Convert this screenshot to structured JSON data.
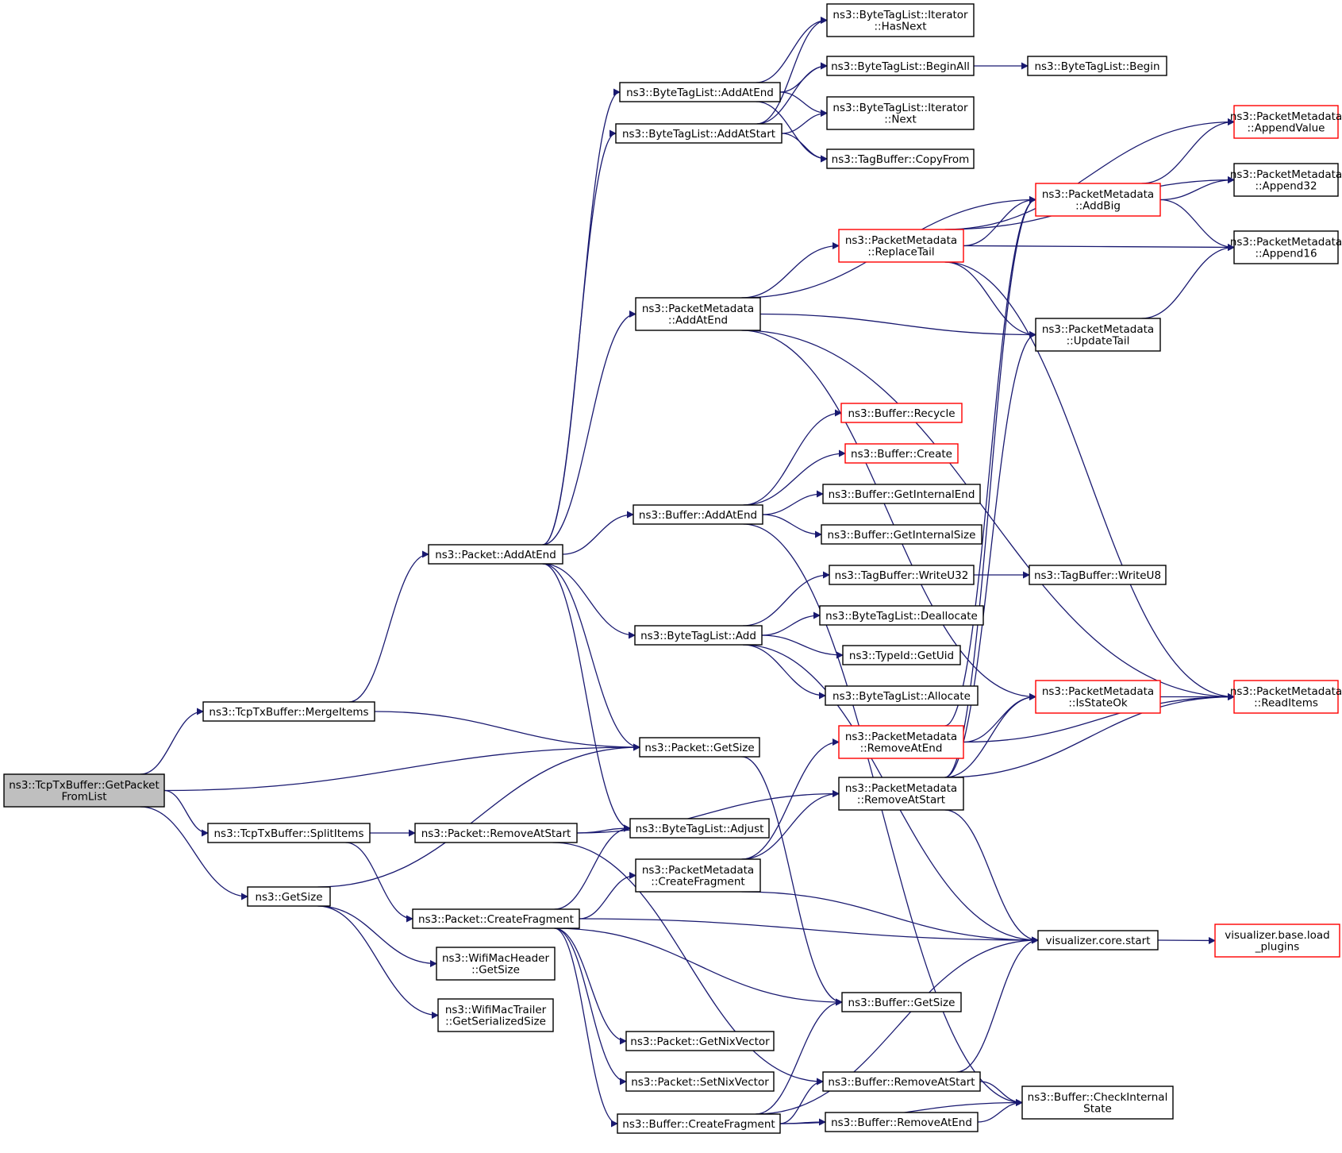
{
  "colors": {
    "edge": "#191970",
    "border_default": "#000000",
    "border_truncated": "#ff0000",
    "root_fill": "#bfbfbf",
    "node_fill": "#ffffff"
  },
  "nodes": [
    {
      "id": "root",
      "lines": [
        "ns3::TcpTxBuffer::GetPacket",
        "FromList"
      ],
      "style": "root"
    },
    {
      "id": "mergeItems",
      "lines": [
        "ns3::TcpTxBuffer::MergeItems"
      ],
      "style": "normal"
    },
    {
      "id": "splitItems",
      "lines": [
        "ns3::TcpTxBuffer::SplitItems"
      ],
      "style": "normal"
    },
    {
      "id": "getSizeGlobal",
      "lines": [
        "ns3::GetSize"
      ],
      "style": "normal"
    },
    {
      "id": "packetAddAtEnd",
      "lines": [
        "ns3::Packet::AddAtEnd"
      ],
      "style": "normal"
    },
    {
      "id": "packetRemoveAtStart",
      "lines": [
        "ns3::Packet::RemoveAtStart"
      ],
      "style": "normal"
    },
    {
      "id": "packetCreateFragment",
      "lines": [
        "ns3::Packet::CreateFragment"
      ],
      "style": "normal"
    },
    {
      "id": "wifiMacHeaderGetSize",
      "lines": [
        "ns3::WifiMacHeader",
        "::GetSize"
      ],
      "style": "normal"
    },
    {
      "id": "wifiMacTrailerGetSerializedSize",
      "lines": [
        "ns3::WifiMacTrailer",
        "::GetSerializedSize"
      ],
      "style": "normal"
    },
    {
      "id": "btlAddAtEnd",
      "lines": [
        "ns3::ByteTagList::AddAtEnd"
      ],
      "style": "normal"
    },
    {
      "id": "btlAddAtStart",
      "lines": [
        "ns3::ByteTagList::AddAtStart"
      ],
      "style": "normal"
    },
    {
      "id": "pmAddAtEnd",
      "lines": [
        "ns3::PacketMetadata",
        "::AddAtEnd"
      ],
      "style": "normal"
    },
    {
      "id": "bufferAddAtEnd",
      "lines": [
        "ns3::Buffer::AddAtEnd"
      ],
      "style": "normal"
    },
    {
      "id": "btlAdd",
      "lines": [
        "ns3::ByteTagList::Add"
      ],
      "style": "normal"
    },
    {
      "id": "packetGetSize",
      "lines": [
        "ns3::Packet::GetSize"
      ],
      "style": "normal"
    },
    {
      "id": "btlAdjust",
      "lines": [
        "ns3::ByteTagList::Adjust"
      ],
      "style": "normal"
    },
    {
      "id": "pmCreateFragment",
      "lines": [
        "ns3::PacketMetadata",
        "::CreateFragment"
      ],
      "style": "normal"
    },
    {
      "id": "packetGetNixVector",
      "lines": [
        "ns3::Packet::GetNixVector"
      ],
      "style": "normal"
    },
    {
      "id": "packetSetNixVector",
      "lines": [
        "ns3::Packet::SetNixVector"
      ],
      "style": "normal"
    },
    {
      "id": "bufferCreateFragment",
      "lines": [
        "ns3::Buffer::CreateFragment"
      ],
      "style": "normal"
    },
    {
      "id": "btlIterHasNext",
      "lines": [
        "ns3::ByteTagList::Iterator",
        "::HasNext"
      ],
      "style": "normal"
    },
    {
      "id": "btlBeginAll",
      "lines": [
        "ns3::ByteTagList::BeginAll"
      ],
      "style": "normal"
    },
    {
      "id": "btlIterNext",
      "lines": [
        "ns3::ByteTagList::Iterator",
        "::Next"
      ],
      "style": "normal"
    },
    {
      "id": "tagBufferCopyFrom",
      "lines": [
        "ns3::TagBuffer::CopyFrom"
      ],
      "style": "normal"
    },
    {
      "id": "pmReplaceTail",
      "lines": [
        "ns3::PacketMetadata",
        "::ReplaceTail"
      ],
      "style": "truncated"
    },
    {
      "id": "bufferRecycle",
      "lines": [
        "ns3::Buffer::Recycle"
      ],
      "style": "truncated"
    },
    {
      "id": "bufferCreate",
      "lines": [
        "ns3::Buffer::Create"
      ],
      "style": "truncated"
    },
    {
      "id": "bufferGetInternalEnd",
      "lines": [
        "ns3::Buffer::GetInternalEnd"
      ],
      "style": "normal"
    },
    {
      "id": "bufferGetInternalSize",
      "lines": [
        "ns3::Buffer::GetInternalSize"
      ],
      "style": "normal"
    },
    {
      "id": "tagBufferWriteU32",
      "lines": [
        "ns3::TagBuffer::WriteU32"
      ],
      "style": "normal"
    },
    {
      "id": "btlDeallocate",
      "lines": [
        "ns3::ByteTagList::Deallocate"
      ],
      "style": "normal"
    },
    {
      "id": "typeIdGetUid",
      "lines": [
        "ns3::TypeId::GetUid"
      ],
      "style": "normal"
    },
    {
      "id": "btlAllocate",
      "lines": [
        "ns3::ByteTagList::Allocate"
      ],
      "style": "normal"
    },
    {
      "id": "pmRemoveAtEnd",
      "lines": [
        "ns3::PacketMetadata",
        "::RemoveAtEnd"
      ],
      "style": "truncated"
    },
    {
      "id": "pmRemoveAtStart",
      "lines": [
        "ns3::PacketMetadata",
        "::RemoveAtStart"
      ],
      "style": "normal"
    },
    {
      "id": "bufferGetSize",
      "lines": [
        "ns3::Buffer::GetSize"
      ],
      "style": "normal"
    },
    {
      "id": "bufferRemoveAtStart",
      "lines": [
        "ns3::Buffer::RemoveAtStart"
      ],
      "style": "normal"
    },
    {
      "id": "bufferRemoveAtEnd",
      "lines": [
        "ns3::Buffer::RemoveAtEnd"
      ],
      "style": "normal"
    },
    {
      "id": "btlBegin",
      "lines": [
        "ns3::ByteTagList::Begin"
      ],
      "style": "normal"
    },
    {
      "id": "pmAddBig",
      "lines": [
        "ns3::PacketMetadata",
        "::AddBig"
      ],
      "style": "truncated"
    },
    {
      "id": "pmUpdateTail",
      "lines": [
        "ns3::PacketMetadata",
        "::UpdateTail"
      ],
      "style": "normal"
    },
    {
      "id": "tagBufferWriteU8",
      "lines": [
        "ns3::TagBuffer::WriteU8"
      ],
      "style": "normal"
    },
    {
      "id": "pmIsStateOk",
      "lines": [
        "ns3::PacketMetadata",
        "::IsStateOk"
      ],
      "style": "truncated"
    },
    {
      "id": "visualizerCoreStart",
      "lines": [
        "visualizer.core.start"
      ],
      "style": "normal"
    },
    {
      "id": "bufferCheckInternalState",
      "lines": [
        "ns3::Buffer::CheckInternal",
        "State"
      ],
      "style": "normal"
    },
    {
      "id": "pmAppendValue",
      "lines": [
        "ns3::PacketMetadata",
        "::AppendValue"
      ],
      "style": "truncated"
    },
    {
      "id": "pmAppend32",
      "lines": [
        "ns3::PacketMetadata",
        "::Append32"
      ],
      "style": "normal"
    },
    {
      "id": "pmAppend16",
      "lines": [
        "ns3::PacketMetadata",
        "::Append16"
      ],
      "style": "normal"
    },
    {
      "id": "pmReadItems",
      "lines": [
        "ns3::PacketMetadata",
        "::ReadItems"
      ],
      "style": "truncated"
    },
    {
      "id": "visualizerLoadPlugins",
      "lines": [
        "visualizer.base.load",
        "_plugins"
      ],
      "style": "truncated"
    }
  ],
  "edges": [
    [
      "root",
      "mergeItems"
    ],
    [
      "root",
      "packetGetSize"
    ],
    [
      "root",
      "splitItems"
    ],
    [
      "root",
      "getSizeGlobal"
    ],
    [
      "mergeItems",
      "packetAddAtEnd"
    ],
    [
      "mergeItems",
      "packetGetSize"
    ],
    [
      "splitItems",
      "packetRemoveAtStart"
    ],
    [
      "splitItems",
      "packetCreateFragment"
    ],
    [
      "getSizeGlobal",
      "packetGetSize"
    ],
    [
      "getSizeGlobal",
      "wifiMacHeaderGetSize"
    ],
    [
      "getSizeGlobal",
      "wifiMacTrailerGetSerializedSize"
    ],
    [
      "packetAddAtEnd",
      "btlAddAtEnd"
    ],
    [
      "packetAddAtEnd",
      "btlAddAtStart"
    ],
    [
      "packetAddAtEnd",
      "pmAddAtEnd"
    ],
    [
      "packetAddAtEnd",
      "bufferAddAtEnd"
    ],
    [
      "packetAddAtEnd",
      "btlAdd"
    ],
    [
      "packetAddAtEnd",
      "packetGetSize"
    ],
    [
      "packetAddAtEnd",
      "btlAdjust"
    ],
    [
      "packetRemoveAtStart",
      "btlAdjust"
    ],
    [
      "packetRemoveAtStart",
      "pmRemoveAtStart"
    ],
    [
      "packetRemoveAtStart",
      "bufferRemoveAtStart"
    ],
    [
      "packetCreateFragment",
      "btlAdjust"
    ],
    [
      "packetCreateFragment",
      "pmCreateFragment"
    ],
    [
      "packetCreateFragment",
      "visualizerCoreStart"
    ],
    [
      "packetCreateFragment",
      "bufferGetSize"
    ],
    [
      "packetCreateFragment",
      "packetGetNixVector"
    ],
    [
      "packetCreateFragment",
      "packetSetNixVector"
    ],
    [
      "packetCreateFragment",
      "bufferCreateFragment"
    ],
    [
      "btlAddAtEnd",
      "btlIterHasNext"
    ],
    [
      "btlAddAtEnd",
      "btlBeginAll"
    ],
    [
      "btlAddAtEnd",
      "btlIterNext"
    ],
    [
      "btlAddAtEnd",
      "tagBufferCopyFrom"
    ],
    [
      "btlAddAtStart",
      "btlIterHasNext"
    ],
    [
      "btlAddAtStart",
      "btlBeginAll"
    ],
    [
      "btlAddAtStart",
      "btlIterNext"
    ],
    [
      "btlAddAtStart",
      "tagBufferCopyFrom"
    ],
    [
      "btlBeginAll",
      "btlBegin"
    ],
    [
      "pmAddAtEnd",
      "pmAddBig"
    ],
    [
      "pmAddAtEnd",
      "pmReplaceTail"
    ],
    [
      "pmAddAtEnd",
      "pmUpdateTail"
    ],
    [
      "pmAddAtEnd",
      "pmIsStateOk"
    ],
    [
      "pmAddAtEnd",
      "pmReadItems"
    ],
    [
      "pmReplaceTail",
      "pmAppendValue"
    ],
    [
      "pmReplaceTail",
      "pmAppend32"
    ],
    [
      "pmReplaceTail",
      "pmAddBig"
    ],
    [
      "pmReplaceTail",
      "pmAppend16"
    ],
    [
      "pmReplaceTail",
      "pmUpdateTail"
    ],
    [
      "pmReplaceTail",
      "pmReadItems"
    ],
    [
      "pmAddBig",
      "pmAppendValue"
    ],
    [
      "pmAddBig",
      "pmAppend32"
    ],
    [
      "pmAddBig",
      "pmAppend16"
    ],
    [
      "pmUpdateTail",
      "pmAppend16"
    ],
    [
      "pmIsStateOk",
      "pmReadItems"
    ],
    [
      "bufferAddAtEnd",
      "bufferRecycle"
    ],
    [
      "bufferAddAtEnd",
      "bufferCreate"
    ],
    [
      "bufferAddAtEnd",
      "bufferGetInternalEnd"
    ],
    [
      "bufferAddAtEnd",
      "bufferGetInternalSize"
    ],
    [
      "bufferAddAtEnd",
      "bufferCheckInternalState"
    ],
    [
      "btlAdd",
      "tagBufferWriteU32"
    ],
    [
      "btlAdd",
      "btlDeallocate"
    ],
    [
      "btlAdd",
      "typeIdGetUid"
    ],
    [
      "btlAdd",
      "btlAllocate"
    ],
    [
      "btlAdd",
      "visualizerCoreStart"
    ],
    [
      "tagBufferWriteU32",
      "tagBufferWriteU8"
    ],
    [
      "packetGetSize",
      "bufferGetSize"
    ],
    [
      "pmCreateFragment",
      "pmRemoveAtEnd"
    ],
    [
      "pmCreateFragment",
      "pmRemoveAtStart"
    ],
    [
      "pmCreateFragment",
      "visualizerCoreStart"
    ],
    [
      "pmRemoveAtEnd",
      "pmAddBig"
    ],
    [
      "pmRemoveAtEnd",
      "pmIsStateOk"
    ],
    [
      "pmRemoveAtEnd",
      "pmReadItems"
    ],
    [
      "pmRemoveAtStart",
      "pmAddBig"
    ],
    [
      "pmRemoveAtStart",
      "pmUpdateTail"
    ],
    [
      "pmRemoveAtStart",
      "pmIsStateOk"
    ],
    [
      "pmRemoveAtStart",
      "pmReadItems"
    ],
    [
      "pmRemoveAtStart",
      "visualizerCoreStart"
    ],
    [
      "visualizerCoreStart",
      "visualizerLoadPlugins"
    ],
    [
      "bufferCreateFragment",
      "bufferGetSize"
    ],
    [
      "bufferCreateFragment",
      "visualizerCoreStart"
    ],
    [
      "bufferCreateFragment",
      "bufferRemoveAtStart"
    ],
    [
      "bufferCreateFragment",
      "bufferRemoveAtEnd"
    ],
    [
      "bufferCreateFragment",
      "bufferCheckInternalState"
    ],
    [
      "bufferRemoveAtStart",
      "visualizerCoreStart"
    ],
    [
      "bufferRemoveAtStart",
      "bufferCheckInternalState"
    ],
    [
      "bufferRemoveAtEnd",
      "bufferCheckInternalState"
    ]
  ]
}
